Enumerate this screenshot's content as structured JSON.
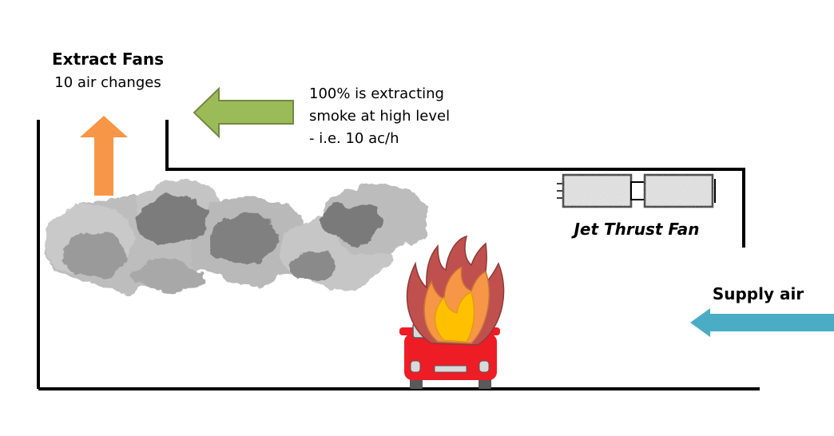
{
  "extract": {
    "title": "Extract Fans",
    "subtitle": "10 air changes"
  },
  "note": {
    "lines": [
      "100% is extracting",
      "smoke at high level",
      "- i.e. 10 ac/h"
    ]
  },
  "jet_fan": {
    "label": "Jet Thrust Fan"
  },
  "supply": {
    "label": "Supply air"
  },
  "colors": {
    "wall": "#000000",
    "orange_arrow": "#f79646",
    "green_arrow": "#9bbb59",
    "green_arrow_stroke": "#71893f",
    "blue_arrow": "#4bacc6",
    "car_body": "#ee1c25",
    "flame_outer": "#c0504d",
    "flame_mid": "#f79646",
    "flame_inner": "#ffc000",
    "smoke_light": "#c8c8c8",
    "smoke_dark": "#7a7a7a"
  },
  "icons": [
    "extract-arrow-icon",
    "green-arrow-icon",
    "supply-arrow-icon",
    "jet-fan-icon",
    "car-icon",
    "fire-icon",
    "smoke-cloud-icon"
  ]
}
